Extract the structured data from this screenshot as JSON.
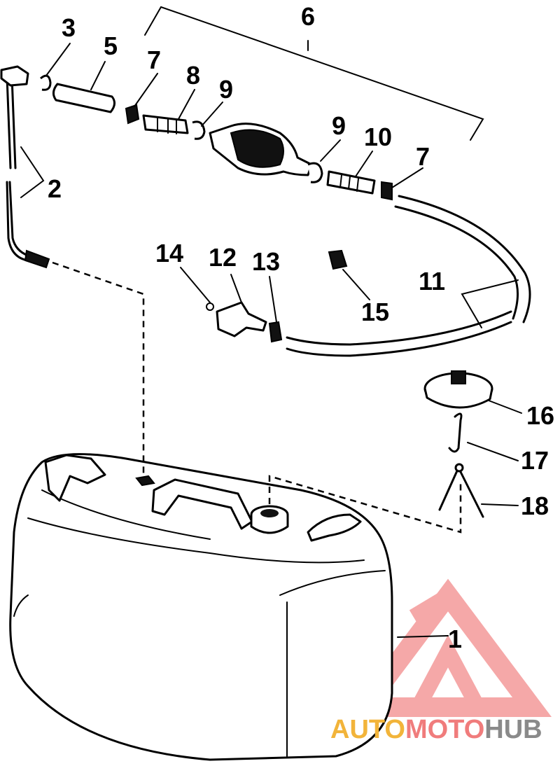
{
  "diagram": {
    "callouts": [
      {
        "id": "c1",
        "label": "1"
      },
      {
        "id": "c2",
        "label": "2"
      },
      {
        "id": "c3",
        "label": "3"
      },
      {
        "id": "c5",
        "label": "5"
      },
      {
        "id": "c6",
        "label": "6"
      },
      {
        "id": "c7a",
        "label": "7"
      },
      {
        "id": "c7b",
        "label": "7"
      },
      {
        "id": "c8",
        "label": "8"
      },
      {
        "id": "c9a",
        "label": "9"
      },
      {
        "id": "c9b",
        "label": "9"
      },
      {
        "id": "c10",
        "label": "10"
      },
      {
        "id": "c11",
        "label": "11"
      },
      {
        "id": "c12",
        "label": "12"
      },
      {
        "id": "c13",
        "label": "13"
      },
      {
        "id": "c14",
        "label": "14"
      },
      {
        "id": "c15",
        "label": "15"
      },
      {
        "id": "c16",
        "label": "16"
      },
      {
        "id": "c17",
        "label": "17"
      },
      {
        "id": "c18",
        "label": "18"
      }
    ]
  },
  "watermark": {
    "part1": "AUTO",
    "part2": "MOTO",
    "part3": "HUB",
    "colors": {
      "auto": "#f2b43a",
      "moto": "#f07c7c",
      "hub": "#8a8a8a",
      "triangle": "#f28b8b"
    }
  }
}
